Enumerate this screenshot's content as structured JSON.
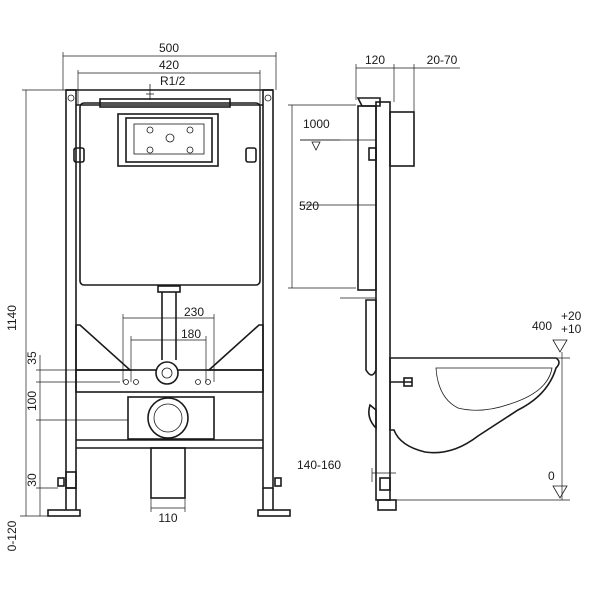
{
  "front_view": {
    "labels": {
      "width_outer": "500",
      "width_inner": "420",
      "pipe_thread": "R1/2",
      "height_total": "1140",
      "dim_35": "35",
      "dim_100": "100",
      "dim_30": "30",
      "height_adjust": "0-120",
      "spacing_230": "230",
      "spacing_180": "180",
      "outlet_width": "110"
    }
  },
  "side_view": {
    "labels": {
      "depth_120": "120",
      "depth_adjust": "20-70",
      "button_height": "1000",
      "cistern_height": "520",
      "rim_height": "400",
      "rim_plus20": "+20",
      "rim_plus10": "+10",
      "floor_level": "0",
      "pipe_offset": "140-160"
    }
  },
  "colors": {
    "line": "#1a1a1a",
    "background": "#ffffff"
  }
}
